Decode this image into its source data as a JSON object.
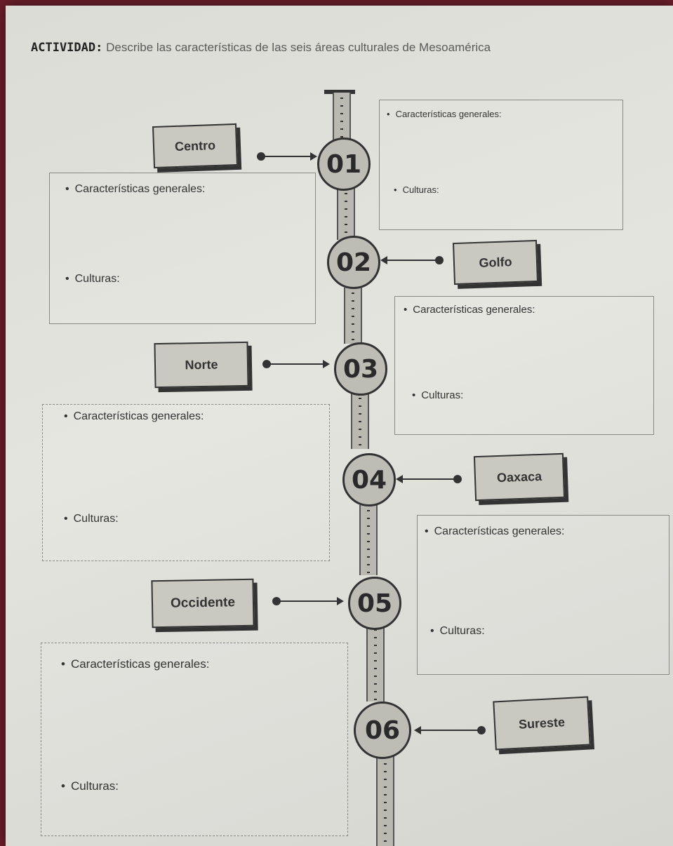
{
  "activity": {
    "label": "ACTIVIDAD:",
    "instruction": "Describe las características de las seis áreas culturales de Mesoamérica"
  },
  "areas": [
    {
      "number": "01",
      "name": "Centro",
      "characteristics_label": "Características generales:",
      "cultures_label": "Culturas:"
    },
    {
      "number": "02",
      "name": "Golfo",
      "characteristics_label": "Características generales:",
      "cultures_label": "Culturas:"
    },
    {
      "number": "03",
      "name": "Norte",
      "characteristics_label": "Características generales:",
      "cultures_label": "Culturas:"
    },
    {
      "number": "04",
      "name": "Oaxaca",
      "characteristics_label": "Características generales:",
      "cultures_label": "Culturas:"
    },
    {
      "number": "05",
      "name": "Occidente",
      "characteristics_label": "Características generales:",
      "cultures_label": "Culturas:"
    },
    {
      "number": "06",
      "name": "Sureste",
      "characteristics_label": "Características generales:",
      "cultures_label": "Culturas:"
    }
  ]
}
